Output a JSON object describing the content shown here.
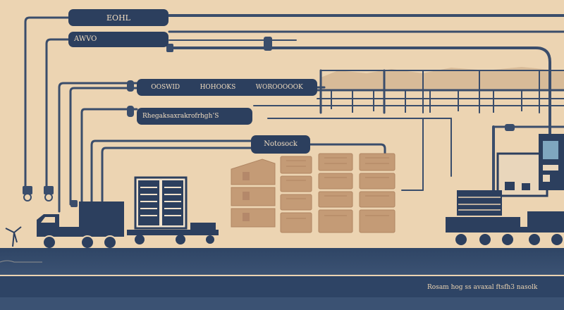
{
  "labels": {
    "top": "EOHL",
    "second": "AWVO",
    "row": [
      "OOSWID",
      "HOHOOKS",
      "WOROOOOOK"
    ],
    "wide": "Rhegaksaxrakrofrhgh’S",
    "network": "Notosock"
  },
  "footer": {
    "text": "Rosam hog ss avaxal ftsfh3 nasolk"
  },
  "icons": {
    "truck_left": "box-truck-icon",
    "server_cart": "server-rack-cart-icon",
    "warehouse": "storage-stack-icon",
    "machine": "processing-machine-icon",
    "conveyor": "conveyor-cart-icon"
  },
  "colors": {
    "background": "#ecd4b2",
    "navy": "#2c3f5e",
    "sand": "#c89e78",
    "pipe": "#3a4d6b"
  }
}
